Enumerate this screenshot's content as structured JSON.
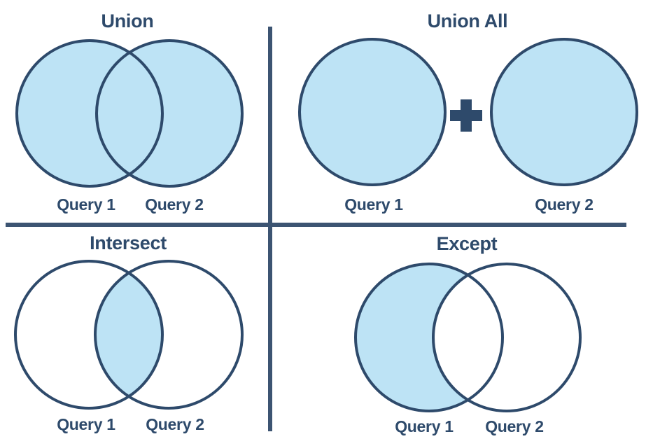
{
  "diagram_title": "SQL set operations venn diagrams",
  "colors": {
    "fill": "#BDE3F5",
    "stroke": "#2E4A6B",
    "text": "#2E4A6B",
    "divider": "#3C5472",
    "background": "#FFFFFF"
  },
  "operator": {
    "plus_icon": "plus"
  },
  "quadrants": [
    {
      "id": "union",
      "title": "Union",
      "left_label": "Query 1",
      "right_label": "Query 2",
      "shaded_region": "both circles fully shaded (overlapping)"
    },
    {
      "id": "union-all",
      "title": "Union All",
      "left_label": "Query 1",
      "right_label": "Query 2",
      "shaded_region": "two separate circles fully shaded joined by plus sign"
    },
    {
      "id": "intersect",
      "title": "Intersect",
      "left_label": "Query 1",
      "right_label": "Query 2",
      "shaded_region": "intersection (lens) only"
    },
    {
      "id": "except",
      "title": "Except",
      "left_label": "Query 1",
      "right_label": "Query 2",
      "shaded_region": "left circle minus intersection"
    }
  ]
}
